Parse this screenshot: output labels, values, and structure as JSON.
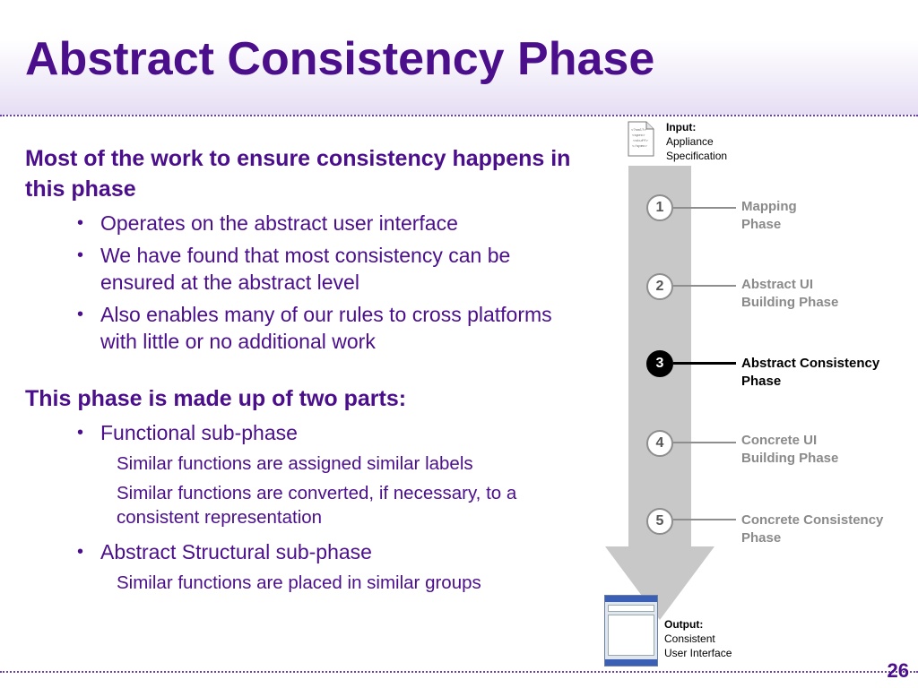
{
  "slide": {
    "title": "Abstract Consistency Phase",
    "page_number": "26"
  },
  "content": {
    "heading1": "Most of the work to ensure consistency happens in this phase",
    "bullets1": [
      "Operates on the abstract user interface",
      "We have found that most consistency can be ensured at the abstract level",
      "Also enables many of our rules to cross platforms with little or no additional work"
    ],
    "heading2": "This phase is made up of two parts:",
    "sub1": {
      "label": "Functional sub-phase",
      "items": [
        "Similar functions are assigned similar labels",
        "Similar functions are converted, if necessary, to a consistent representation"
      ]
    },
    "sub2": {
      "label": "Abstract Structural sub-phase",
      "items": [
        "Similar functions are placed in similar groups"
      ]
    },
    "bullet_glyph": "•"
  },
  "diagram": {
    "input": {
      "title": "Input:",
      "line1": "Appliance",
      "line2": "Specification"
    },
    "output": {
      "title": "Output:",
      "line1": "Consistent",
      "line2": "User Interface"
    },
    "doc_icon_lines": [
      "<?xml?>",
      "<spec>",
      "<stuff>",
      "</spec>"
    ],
    "steps": [
      {
        "num": "1",
        "line1": "Mapping",
        "line2": "Phase",
        "active": false
      },
      {
        "num": "2",
        "line1": "Abstract UI",
        "line2": "Building Phase",
        "active": false
      },
      {
        "num": "3",
        "line1": "Abstract Consistency",
        "line2": "Phase",
        "active": true
      },
      {
        "num": "4",
        "line1": "Concrete UI",
        "line2": "Building Phase",
        "active": false
      },
      {
        "num": "5",
        "line1": "Concrete Consistency",
        "line2": "Phase",
        "active": false
      }
    ],
    "colors": {
      "title": "#4b0f8c",
      "arrow": "#c8c8c8",
      "inactive": "#8a8a8a",
      "active": "#000000"
    }
  }
}
